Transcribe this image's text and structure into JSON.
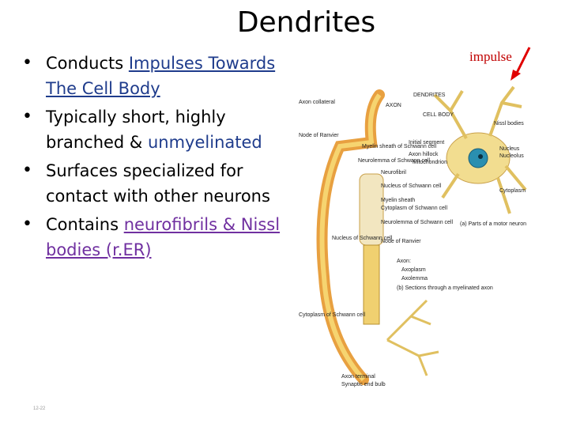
{
  "slide": {
    "title": "Dendrites",
    "bullets": [
      {
        "prefix": "Conducts ",
        "highlight": "Impulses Towards The Cell Body",
        "suffix": ""
      },
      {
        "prefix": "Typically short, highly branched & ",
        "highlight": "unmyelinated",
        "suffix": ""
      },
      {
        "prefix": "Surfaces specialized for contact with other neurons",
        "highlight": "",
        "suffix": ""
      },
      {
        "prefix": "Contains ",
        "highlight": "neurofibrils & Nissl bodies (r.ER)",
        "suffix": ""
      }
    ],
    "impulse_label": "impulse",
    "footnote": "12-22"
  },
  "figure_labels": {
    "axon_collateral": "Axon collateral",
    "axon": "AXON",
    "dendrites": "DENDRITES",
    "cell_body": "CELL BODY",
    "nissl_bodies": "Nissl bodies",
    "node_of_ranvier": "Node of Ranvier",
    "myelin_sheath_schwann": "Myelin sheath of Schwann cell",
    "initial_segment": "Initial segment",
    "axon_hillock": "Axon hillock",
    "neurolemma": "Neurolemma of Schwann cell",
    "mitochondrion": "Mitochondrion",
    "nucleus": "Nucleus",
    "nucleolus": "Nucleolus",
    "neurofibril": "Neurofibril",
    "cytoplasm": "Cytoplasm",
    "nucleus_schwann": "Nucleus of Schwann cell",
    "myelin_sheath": "Myelin sheath",
    "cytoplasm_schwann": "Cytoplasm of Schwann cell",
    "neurolemma2": "Neurolemma of Schwann cell",
    "part_a": "(a) Parts of a motor neuron",
    "node_of_ranvier2": "Node of Ranvier",
    "nucleus_of_schwann": "Nucleus of Schwann cell",
    "axon_label": "Axon:",
    "axoplasm": "Axoplasm",
    "axolemma": "Axolemma",
    "part_b": "(b) Sections through a myelinated axon",
    "cytoplasm_of_schwann": "Cytoplasm of Schwann cell",
    "axon_terminal": "Axon terminal",
    "synaptic_end_bulb": "Synaptic end bulb"
  }
}
